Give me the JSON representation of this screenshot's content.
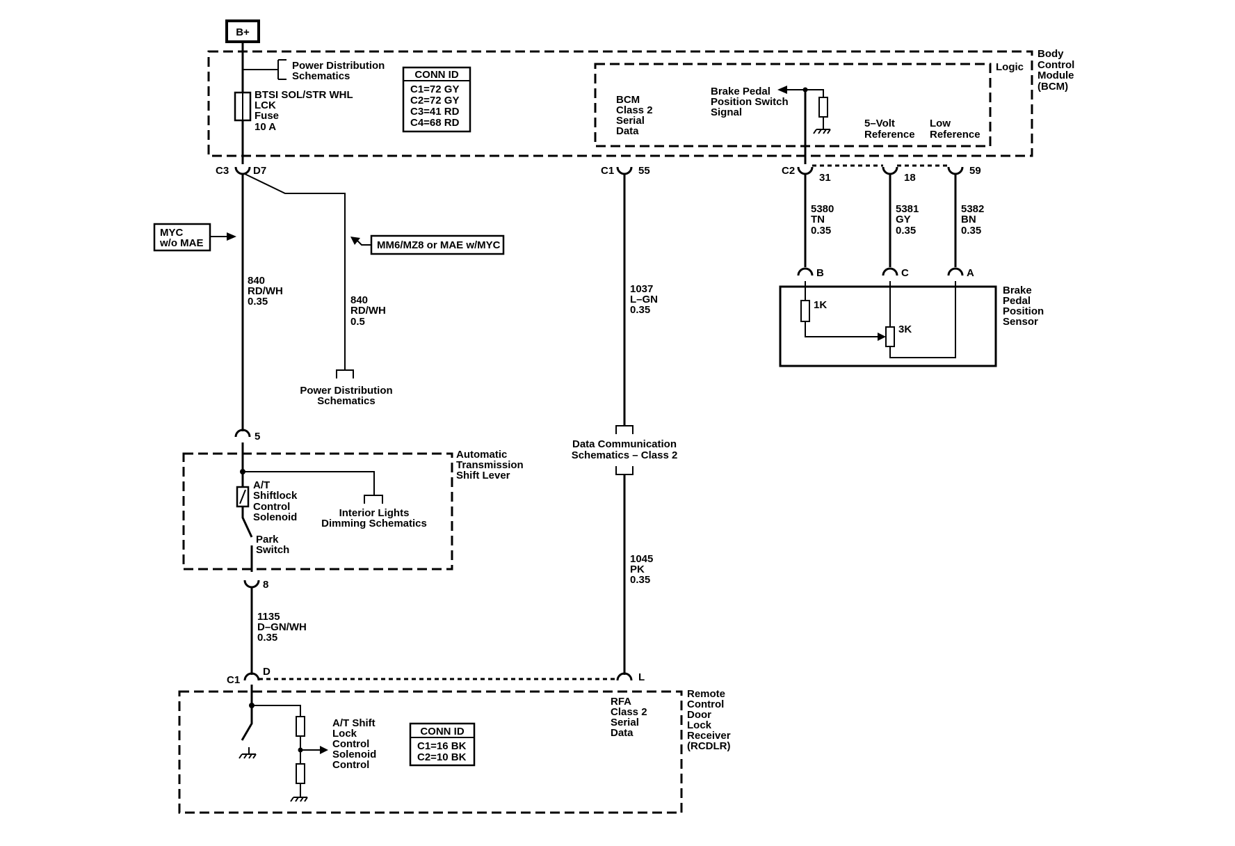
{
  "power": {
    "label": "B+"
  },
  "bcm": {
    "name_lines": [
      "Body",
      "Control",
      "Module",
      "(BCM)"
    ],
    "logic_label": "Logic",
    "power_dist_lines": [
      "Power Distribution",
      "Schematics"
    ],
    "fuse_lines": [
      "BTSI SOL/STR WHL",
      "LCK",
      "Fuse",
      "10 A"
    ],
    "conn_id": {
      "title": "CONN ID",
      "rows": [
        "C1=72 GY",
        "C2=72 GY",
        "C3=41 RD",
        "C4=68 RD"
      ]
    },
    "class2_lines": [
      "BCM",
      "Class 2",
      "Serial",
      "Data"
    ],
    "brake_signal_lines": [
      "Brake Pedal",
      "Position Switch",
      "Signal"
    ],
    "five_volt_lines": [
      "5–Volt",
      "Reference"
    ],
    "low_ref_lines": [
      "Low",
      "Reference"
    ]
  },
  "connectors": {
    "c3": "C3",
    "d7": "D7",
    "c1_55_conn": "C1",
    "c1_55_pin": "55",
    "c2": "C2",
    "p31": "31",
    "p18": "18",
    "p59": "59",
    "p5": "5",
    "p8": "8",
    "c1_rcdlr": "C1",
    "pD": "D",
    "pL": "L",
    "sensor_b": "B",
    "sensor_c": "C",
    "sensor_a": "A"
  },
  "options": {
    "myc_lines": [
      "MYC",
      "w/o MAE"
    ],
    "mm6": "MM6/MZ8 or MAE w/MYC"
  },
  "wires": {
    "w840a": [
      "840",
      "RD/WH",
      "0.35"
    ],
    "w840b": [
      "840",
      "RD/WH",
      "0.5"
    ],
    "w1037": [
      "1037",
      "L–GN",
      "0.35"
    ],
    "w1045": [
      "1045",
      "PK",
      "0.35"
    ],
    "w1135": [
      "1135",
      "D–GN/WH",
      "0.35"
    ],
    "w5380": [
      "5380",
      "TN",
      "0.35"
    ],
    "w5381": [
      "5381",
      "GY",
      "0.35"
    ],
    "w5382": [
      "5382",
      "BN",
      "0.35"
    ]
  },
  "power_dist2_lines": [
    "Power Distribution",
    "Schematics"
  ],
  "data_comm_lines": [
    "Data Communication",
    "Schematics – Class 2"
  ],
  "shift_lever": {
    "name_lines": [
      "Automatic",
      "Transmission",
      "Shift Lever"
    ],
    "solenoid_lines": [
      "A/T",
      "Shiftlock",
      "Control",
      "Solenoid"
    ],
    "park_lines": [
      "Park",
      "Switch"
    ],
    "interior_lines": [
      "Interior Lights",
      "Dimming Schematics"
    ]
  },
  "sensor": {
    "name_lines": [
      "Brake",
      "Pedal",
      "Position",
      "Sensor"
    ],
    "r1": "1K",
    "r2": "3K"
  },
  "rcdlr": {
    "name_lines": [
      "Remote",
      "Control",
      "Door",
      "Lock",
      "Receiver",
      "(RCDLR)"
    ],
    "rfa_lines": [
      "RFA",
      "Class 2",
      "Serial",
      "Data"
    ],
    "solenoid_ctrl_lines": [
      "A/T Shift",
      "Lock",
      "Control",
      "Solenoid",
      "Control"
    ],
    "conn_id": {
      "title": "CONN ID",
      "rows": [
        "C1=16 BK",
        "C2=10 BK"
      ]
    }
  }
}
